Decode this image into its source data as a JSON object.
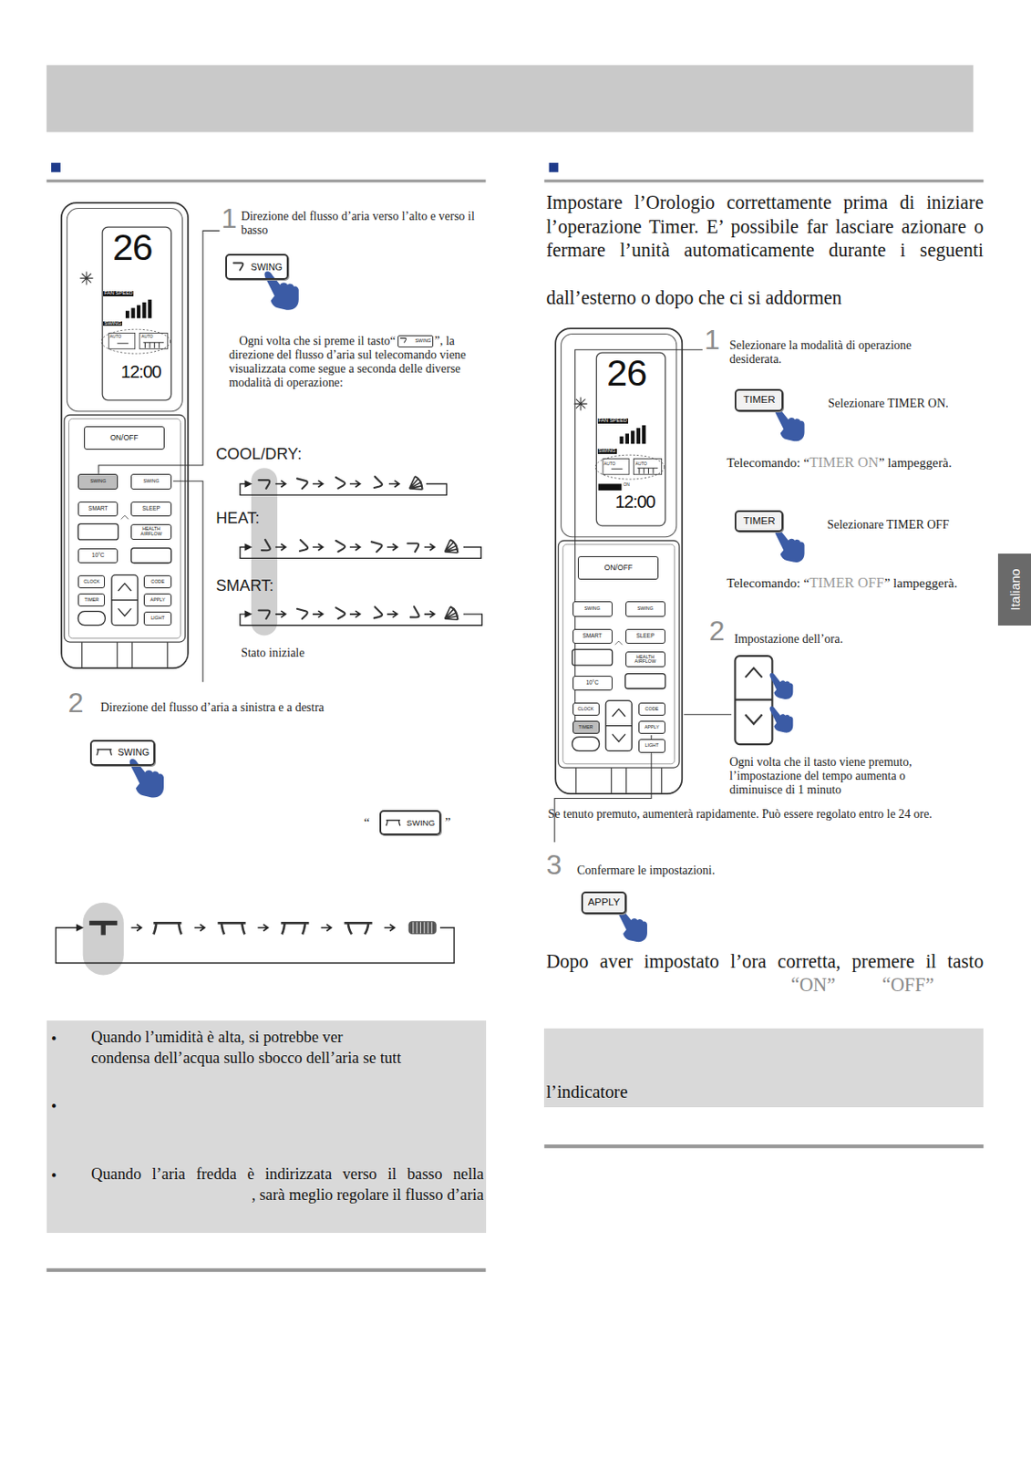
{
  "diagram": {
    "nodes": [
      {
        "text": [
          "ON/OFF"
        ]
      },
      {
        "text": [
          "SWING"
        ]
      },
      {
        "text": [
          "SWING"
        ]
      },
      {
        "text": [
          "SMART"
        ]
      },
      {
        "text": [
          "SLEEP"
        ]
      },
      {
        "text": [
          "HEALTH AIRFLOW"
        ]
      },
      {
        "text": [
          "10°C"
        ]
      },
      {
        "text": [
          "CLOCK"
        ]
      },
      {
        "text": [
          "CODE"
        ]
      },
      {
        "text": [
          "TIMER"
        ]
      },
      {
        "text": [
          "APPLY"
        ]
      },
      {
        "text": [
          "LIGHT"
        ]
      },
      {
        "text": [
          "SWING"
        ]
      },
      {
        "text": [
          "SWING"
        ]
      },
      {
        "text": [
          "SWING"
        ]
      },
      {
        "text": [
          "SWING"
        ]
      },
      {
        "text": [
          "•",
          "Quando l’umidità è alta, si potrebbe ver",
          "condensa dell’acqua sullo sbocco dell’aria se tutt",
          "•",
          "•",
          "Quando l’aria fredda è indirizzata verso il basso nella",
          ", sarà meglio regolare il flusso d’aria"
        ]
      },
      {
        "text": [
          "ON/OFF"
        ]
      },
      {
        "text": [
          "SWING"
        ]
      },
      {
        "text": [
          "SWING"
        ]
      },
      {
        "text": [
          "SMART"
        ]
      },
      {
        "text": [
          "SLEEP"
        ]
      },
      {
        "text": [
          "HEALTH AIRFLOW"
        ]
      },
      {
        "text": [
          "10°C"
        ]
      },
      {
        "text": [
          "CLOCK"
        ]
      },
      {
        "text": [
          "CODE"
        ]
      },
      {
        "text": [
          "TIMER"
        ]
      },
      {
        "text": [
          "APPLY"
        ]
      },
      {
        "text": [
          "LIGHT"
        ]
      },
      {
        "text": [
          "TIMER"
        ]
      },
      {
        "text": [
          "TIMER"
        ]
      },
      {
        "text": [
          "APPLY"
        ]
      },
      {
        "text": [
          "l’indicatore"
        ]
      },
      {
        "text": [
          "Italiano"
        ]
      }
    ],
    "labels": [
      "26",
      "FAN SPEED",
      "SWING",
      "AUTO",
      "AUTO",
      "12:00",
      "1",
      "Direzione del flusso d’aria verso l’alto e verso il basso",
      "Ogni volta che si preme il tasto“",
      "”, la",
      "direzione del flusso d’aria sul telecomando viene visualizzata come segue a seconda delle diverse modalità di operazione:",
      "COOL/DRY:",
      "HEAT:",
      "SMART:",
      "Stato iniziale",
      "2",
      "Direzione del flusso d’aria a sinistra e a destra",
      "“",
      "”",
      "Impostare l’Orologio correttamente prima di iniziare l’operazione Timer. E’ possibile far lasciare azionare o fermare l’unità automaticamente durante i seguenti",
      "dall’esterno o dopo che ci si addormen",
      "26",
      "FAN SPEED",
      "SWING",
      "AUTO",
      "AUTO",
      "ON",
      "12:00",
      "1",
      "Selezionare la modalità di operazione desiderata.",
      "Selezionare TIMER ON.",
      "Telecomando: “",
      "TIMER ON",
      "” lampeggerà.",
      "Selezionare TIMER OFF",
      "Telecomando: “",
      "TIMER OFF",
      "” lampeggerà.",
      "2",
      "Impostazione dell’ora.",
      "Ogni volta che il tasto viene premuto, l’impostazione del tempo aumenta o diminuisce di 1 minuto",
      "Se tenuto premuto, aumenterà rapidamente. Può essere regolato entro le 24 ore.",
      "3",
      "Confermare le impostazioni.",
      "Dopo aver impostato l’ora corretta, premere il tasto",
      "“ON”",
      "“OFF”"
    ]
  }
}
